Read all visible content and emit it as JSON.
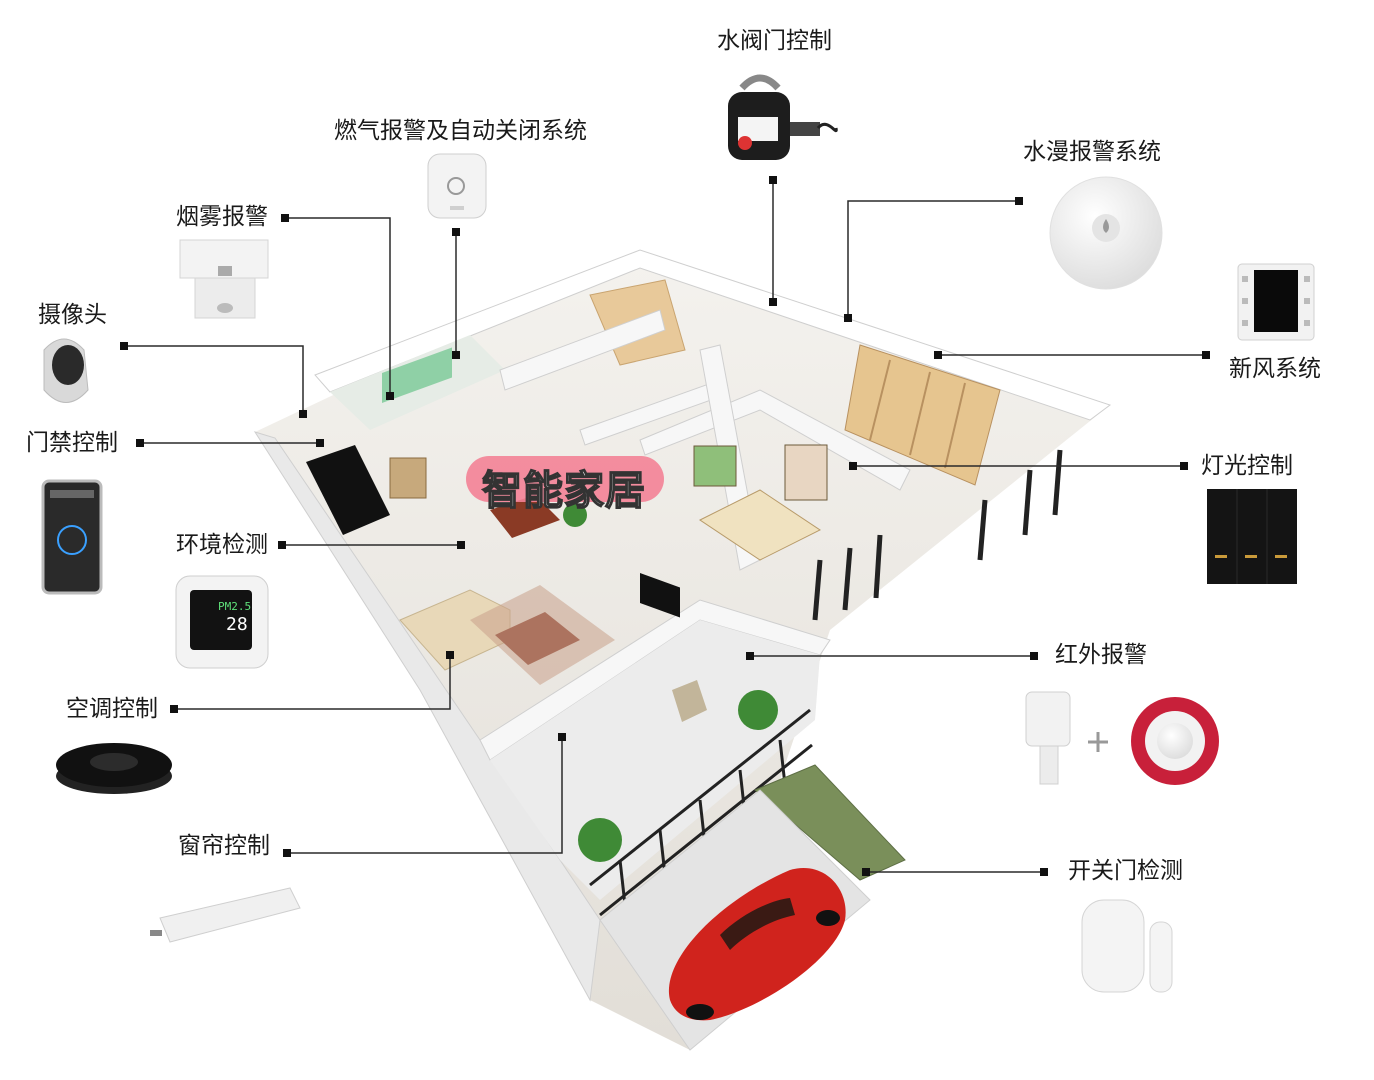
{
  "diagram": {
    "center_title": "智能家居",
    "devices": {
      "water_valve": "水阀门控制",
      "gas_alarm": "燃气报警及自动关闭系统",
      "water_leak": "水漫报警系统",
      "smoke_alarm": "烟雾报警",
      "camera": "摄像头",
      "fresh_air": "新风系统",
      "access_control": "门禁控制",
      "lighting": "灯光控制",
      "environment": "环境检测",
      "infrared": "红外报警",
      "air_conditioning": "空调控制",
      "curtain": "窗帘控制",
      "door_sensor": "开关门检测"
    },
    "env_display": {
      "line1": "PM2.5",
      "line2": "28"
    },
    "plus_sign": "+"
  },
  "colors": {
    "line": "#2a2a2a",
    "accent_pink": "#f38296",
    "alarm_red": "#c8203a",
    "car_red": "#d0231d",
    "garage_green": "#7a8f5a"
  }
}
